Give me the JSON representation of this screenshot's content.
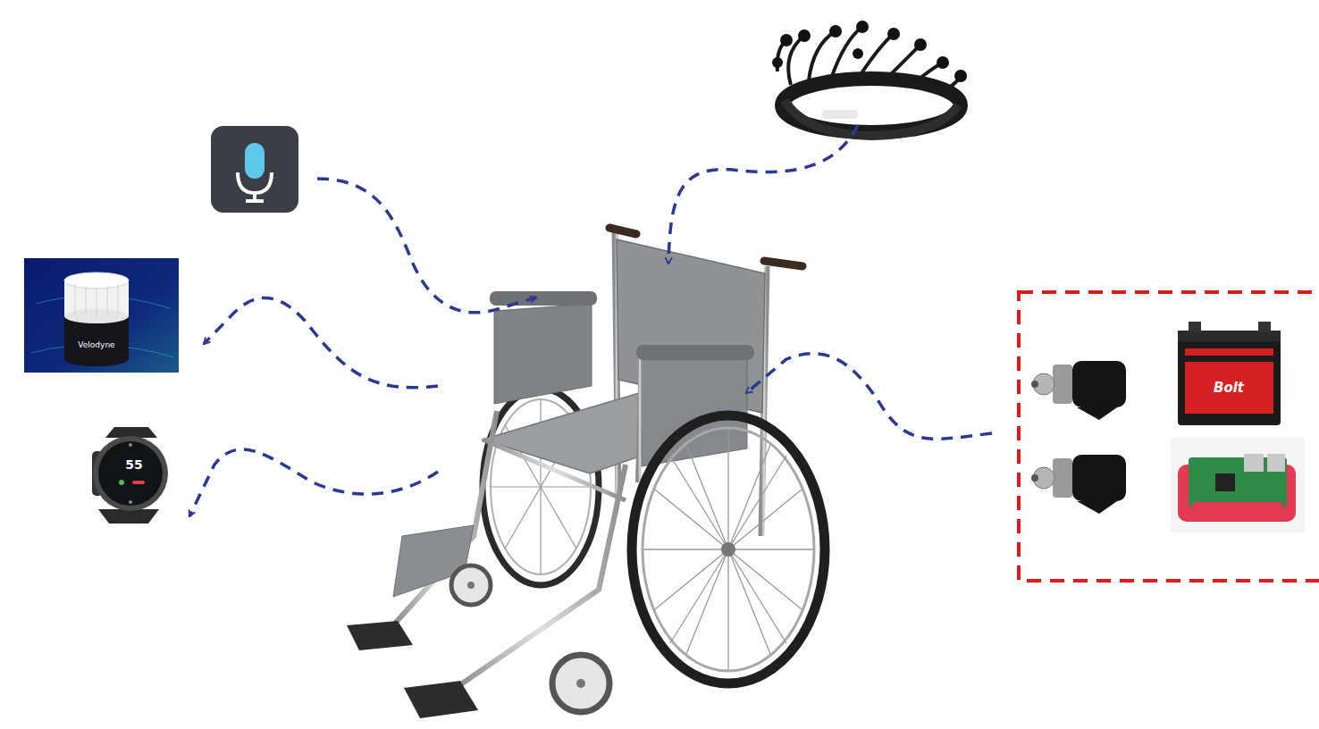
{
  "diagram": {
    "labels": [
      "Velodyne",
      "55",
      "Bolt"
    ]
  }
}
